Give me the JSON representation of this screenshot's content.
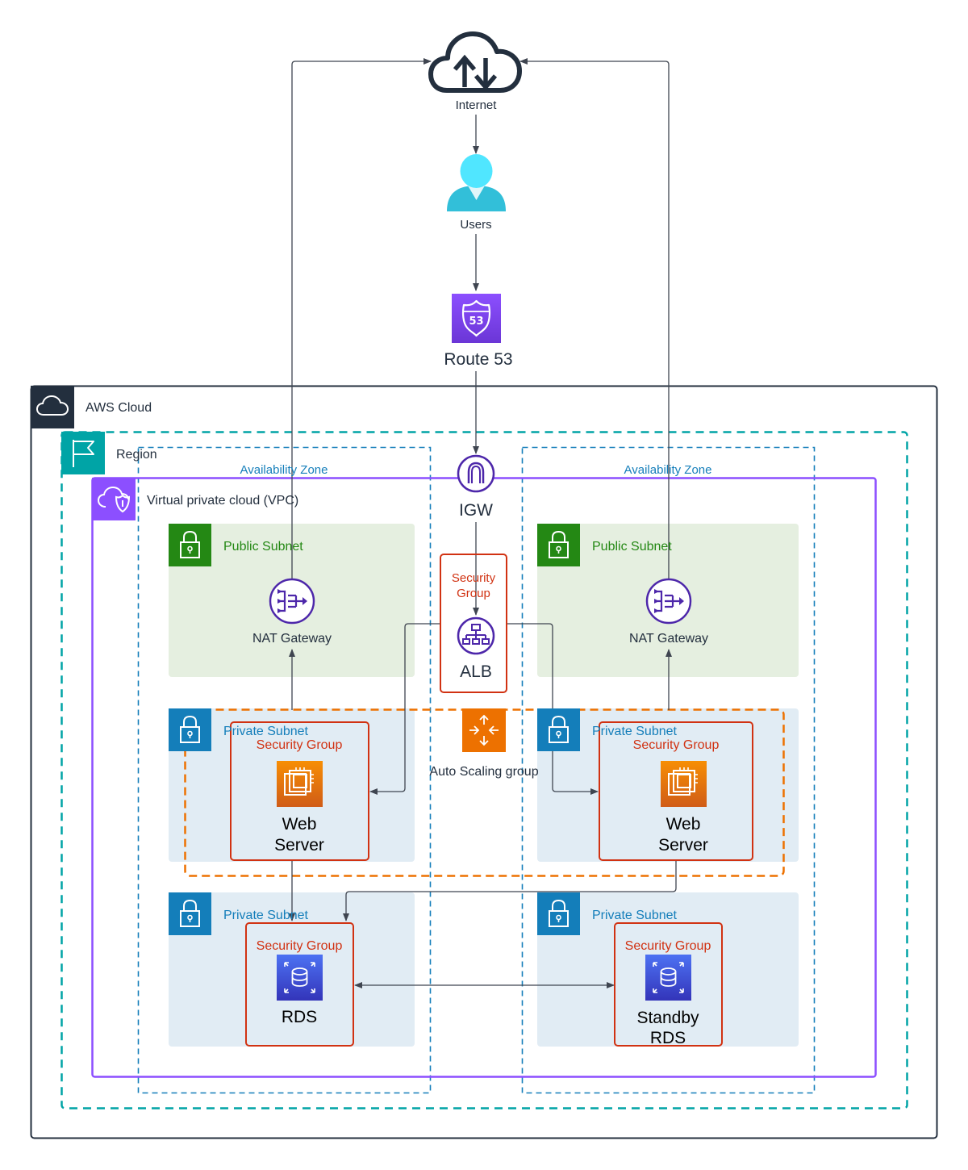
{
  "internet": {
    "label": "Internet"
  },
  "users": {
    "label": "Users"
  },
  "route53": {
    "label": "Route 53",
    "badge": "53"
  },
  "aws_cloud": {
    "label": "AWS Cloud"
  },
  "region": {
    "label": "Region"
  },
  "availability_zones": [
    {
      "label": "Availability Zone"
    },
    {
      "label": "Availability Zone"
    }
  ],
  "vpc": {
    "label": "Virtual private cloud (VPC)"
  },
  "igw": {
    "label": "IGW"
  },
  "alb": {
    "label": "ALB",
    "security_group_label": "Security\nGroup"
  },
  "public_subnets": [
    {
      "label": "Public Subnet",
      "nat_label": "NAT Gateway"
    },
    {
      "label": "Public Subnet",
      "nat_label": "NAT Gateway"
    }
  ],
  "web_subnets": [
    {
      "label": "Private Subnet",
      "security_group_label": "Security Group",
      "server_label": "Web\nServer"
    },
    {
      "label": "Private Subnet",
      "security_group_label": "Security Group",
      "server_label": "Web\nServer"
    }
  ],
  "auto_scaling": {
    "label": "Auto Scaling group"
  },
  "db_subnets": [
    {
      "label": "Private Subnet",
      "security_group_label": "Security Group",
      "db_label": "RDS"
    },
    {
      "label": "Private Subnet",
      "security_group_label": "Security Group",
      "db_label": "Standby\nRDS"
    }
  ],
  "colors": {
    "aws_dark": "#232f3e",
    "region_teal": "#00a4a6",
    "az_blue": "#147eba",
    "vpc_purple": "#8c4fff",
    "public_green": "#248814",
    "security_red": "#d13212",
    "asg_orange": "#ed7100",
    "network_purple": "#4d27aa",
    "database_blue": "#3b48cc"
  }
}
